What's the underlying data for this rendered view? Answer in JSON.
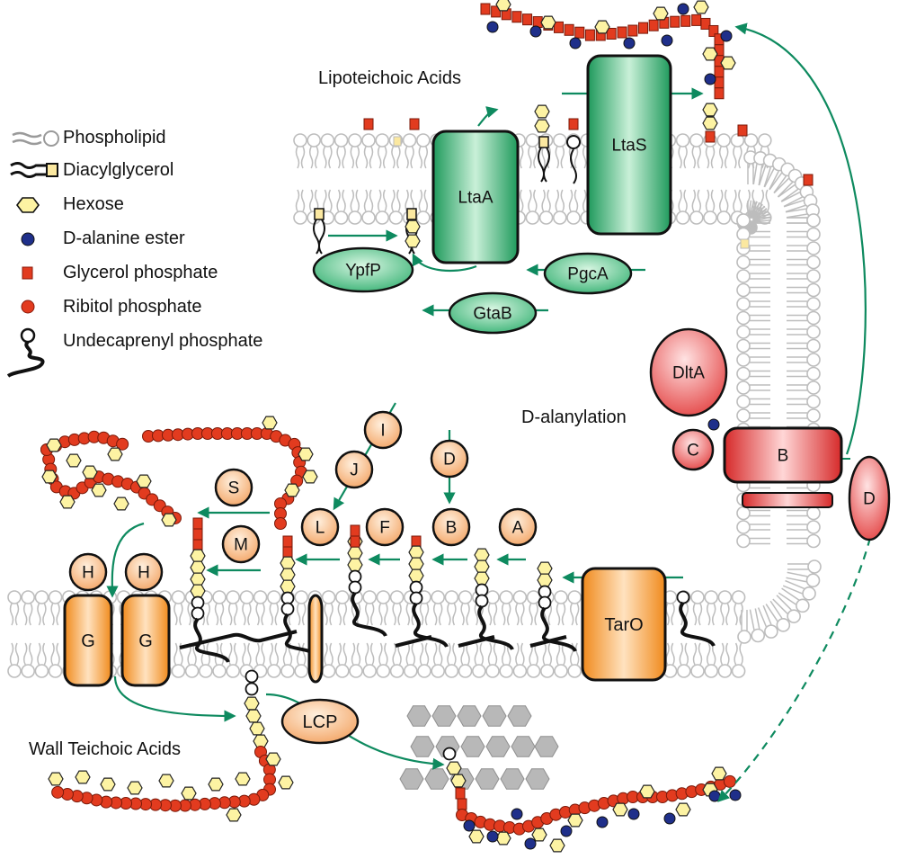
{
  "section_titles": {
    "lta": "Lipoteichoic Acids",
    "wta": "Wall Teichoic Acids",
    "dalanylation": "D-alanylation"
  },
  "legend": [
    {
      "icon": "phospholipid-icon",
      "label": "Phospholipid"
    },
    {
      "icon": "diacylglycerol-icon",
      "label": "Diacylglycerol"
    },
    {
      "icon": "hexose-icon",
      "label": "Hexose"
    },
    {
      "icon": "d-alanine-ester-icon",
      "label": "D-alanine ester"
    },
    {
      "icon": "glycerol-phosphate-icon",
      "label": "Glycerol phosphate"
    },
    {
      "icon": "ribitol-phosphate-icon",
      "label": "Ribitol phosphate"
    },
    {
      "icon": "undecaprenyl-phosphate-icon",
      "label": "Undecaprenyl phosphate"
    }
  ],
  "proteins": {
    "ltaS": "LtaS",
    "ltaA": "LtaA",
    "ypfP": "YpfP",
    "pgcA": "PgcA",
    "gtaB": "GtaB",
    "dltA": "DltA",
    "dltC": "C",
    "dltB": "B",
    "dltD": "D",
    "tarO": "TarO",
    "lcp": "LCP",
    "tarG1": "G",
    "tarG2": "G",
    "tarH1": "H",
    "tarH2": "H",
    "tarS": "S",
    "tarM": "M",
    "tarL": "L",
    "tarF": "F",
    "tarB": "B",
    "tarA": "A",
    "tarI": "I",
    "tarJ": "J",
    "tarD": "D"
  },
  "colors": {
    "membrane": "#bdbdbd",
    "arrow": "#0e8a5f",
    "lta_protein": "#2fae6e",
    "wta_protein": "#f08a1c",
    "tar_enzyme": "#f6b27a",
    "dlt_protein": "#e23b3b",
    "ribitol": "#e23b1f",
    "hexose": "#fdf3a3",
    "d_alanine": "#1f2f8a",
    "peptidoglycan": "#b8b8b8"
  }
}
